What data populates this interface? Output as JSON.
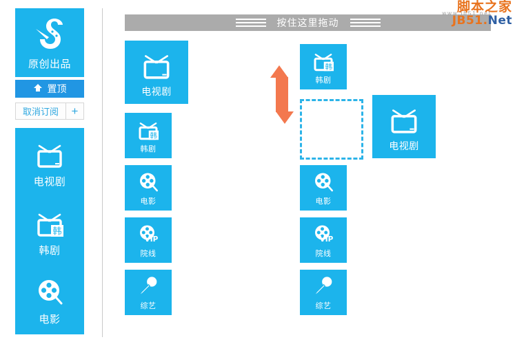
{
  "watermark": {
    "cn": "脚本之家",
    "en_prefix": "JB51",
    "en_dot": ".",
    "en_suffix": "Net",
    "sub": "www.jb51.net",
    "color_orange": "#E8731E",
    "color_blue": "#2E5FA3"
  },
  "colors": {
    "tile_blue": "#1CB4EC",
    "pin_blue": "#2196E3",
    "dashed_blue": "#2CB3E8",
    "arrow_orange": "#F3784E",
    "dragbar_gray": "#ABABAB",
    "divider_gray": "#C9C9C9"
  },
  "dragbar": {
    "label": "按住这里拖动",
    "grip_left_icon": "grip-lines-icon",
    "grip_right_icon": "grip-lines-icon"
  },
  "sidebar": {
    "brand": {
      "label": "原创出品",
      "icon": "ribbon-swirl-icon"
    },
    "pin_button": {
      "label": "置顶",
      "icon": "arrow-up-icon"
    },
    "unsubscribe_button": {
      "label": "取消订阅"
    },
    "add_button": {
      "label": "+",
      "icon": "plus-icon"
    },
    "items": [
      {
        "label": "电视剧",
        "icon": "tv-icon"
      },
      {
        "label": "韩剧",
        "icon": "tv-korean-icon",
        "badge": "韩"
      },
      {
        "label": "电影",
        "icon": "film-reel-icon"
      }
    ]
  },
  "columns": [
    {
      "name": "source-column",
      "items": [
        {
          "label": "电视剧",
          "icon": "tv-icon",
          "size": "large"
        },
        {
          "label": "韩剧",
          "icon": "tv-korean-icon",
          "badge": "韩",
          "size": "small"
        },
        {
          "label": "电影",
          "icon": "film-reel-icon",
          "size": "small"
        },
        {
          "label": "院线",
          "icon": "film-reel-vip-icon",
          "badge": "VIP",
          "size": "small"
        },
        {
          "label": "综艺",
          "icon": "microphone-icon",
          "size": "small"
        }
      ]
    },
    {
      "name": "target-column",
      "items": [
        {
          "label": "韩剧",
          "icon": "tv-korean-icon",
          "badge": "韩",
          "size": "small"
        },
        {
          "label": "",
          "icon": "drop-placeholder",
          "size": "placeholder"
        },
        {
          "label": "电影",
          "icon": "film-reel-icon",
          "size": "small"
        },
        {
          "label": "院线",
          "icon": "film-reel-vip-icon",
          "badge": "VIP",
          "size": "small"
        },
        {
          "label": "综艺",
          "icon": "microphone-icon",
          "size": "small"
        }
      ]
    }
  ],
  "dragging_tile": {
    "label": "电视剧",
    "icon": "tv-icon",
    "size": "large"
  },
  "drag_indicator": {
    "icon": "double-arrow-vertical-icon"
  }
}
